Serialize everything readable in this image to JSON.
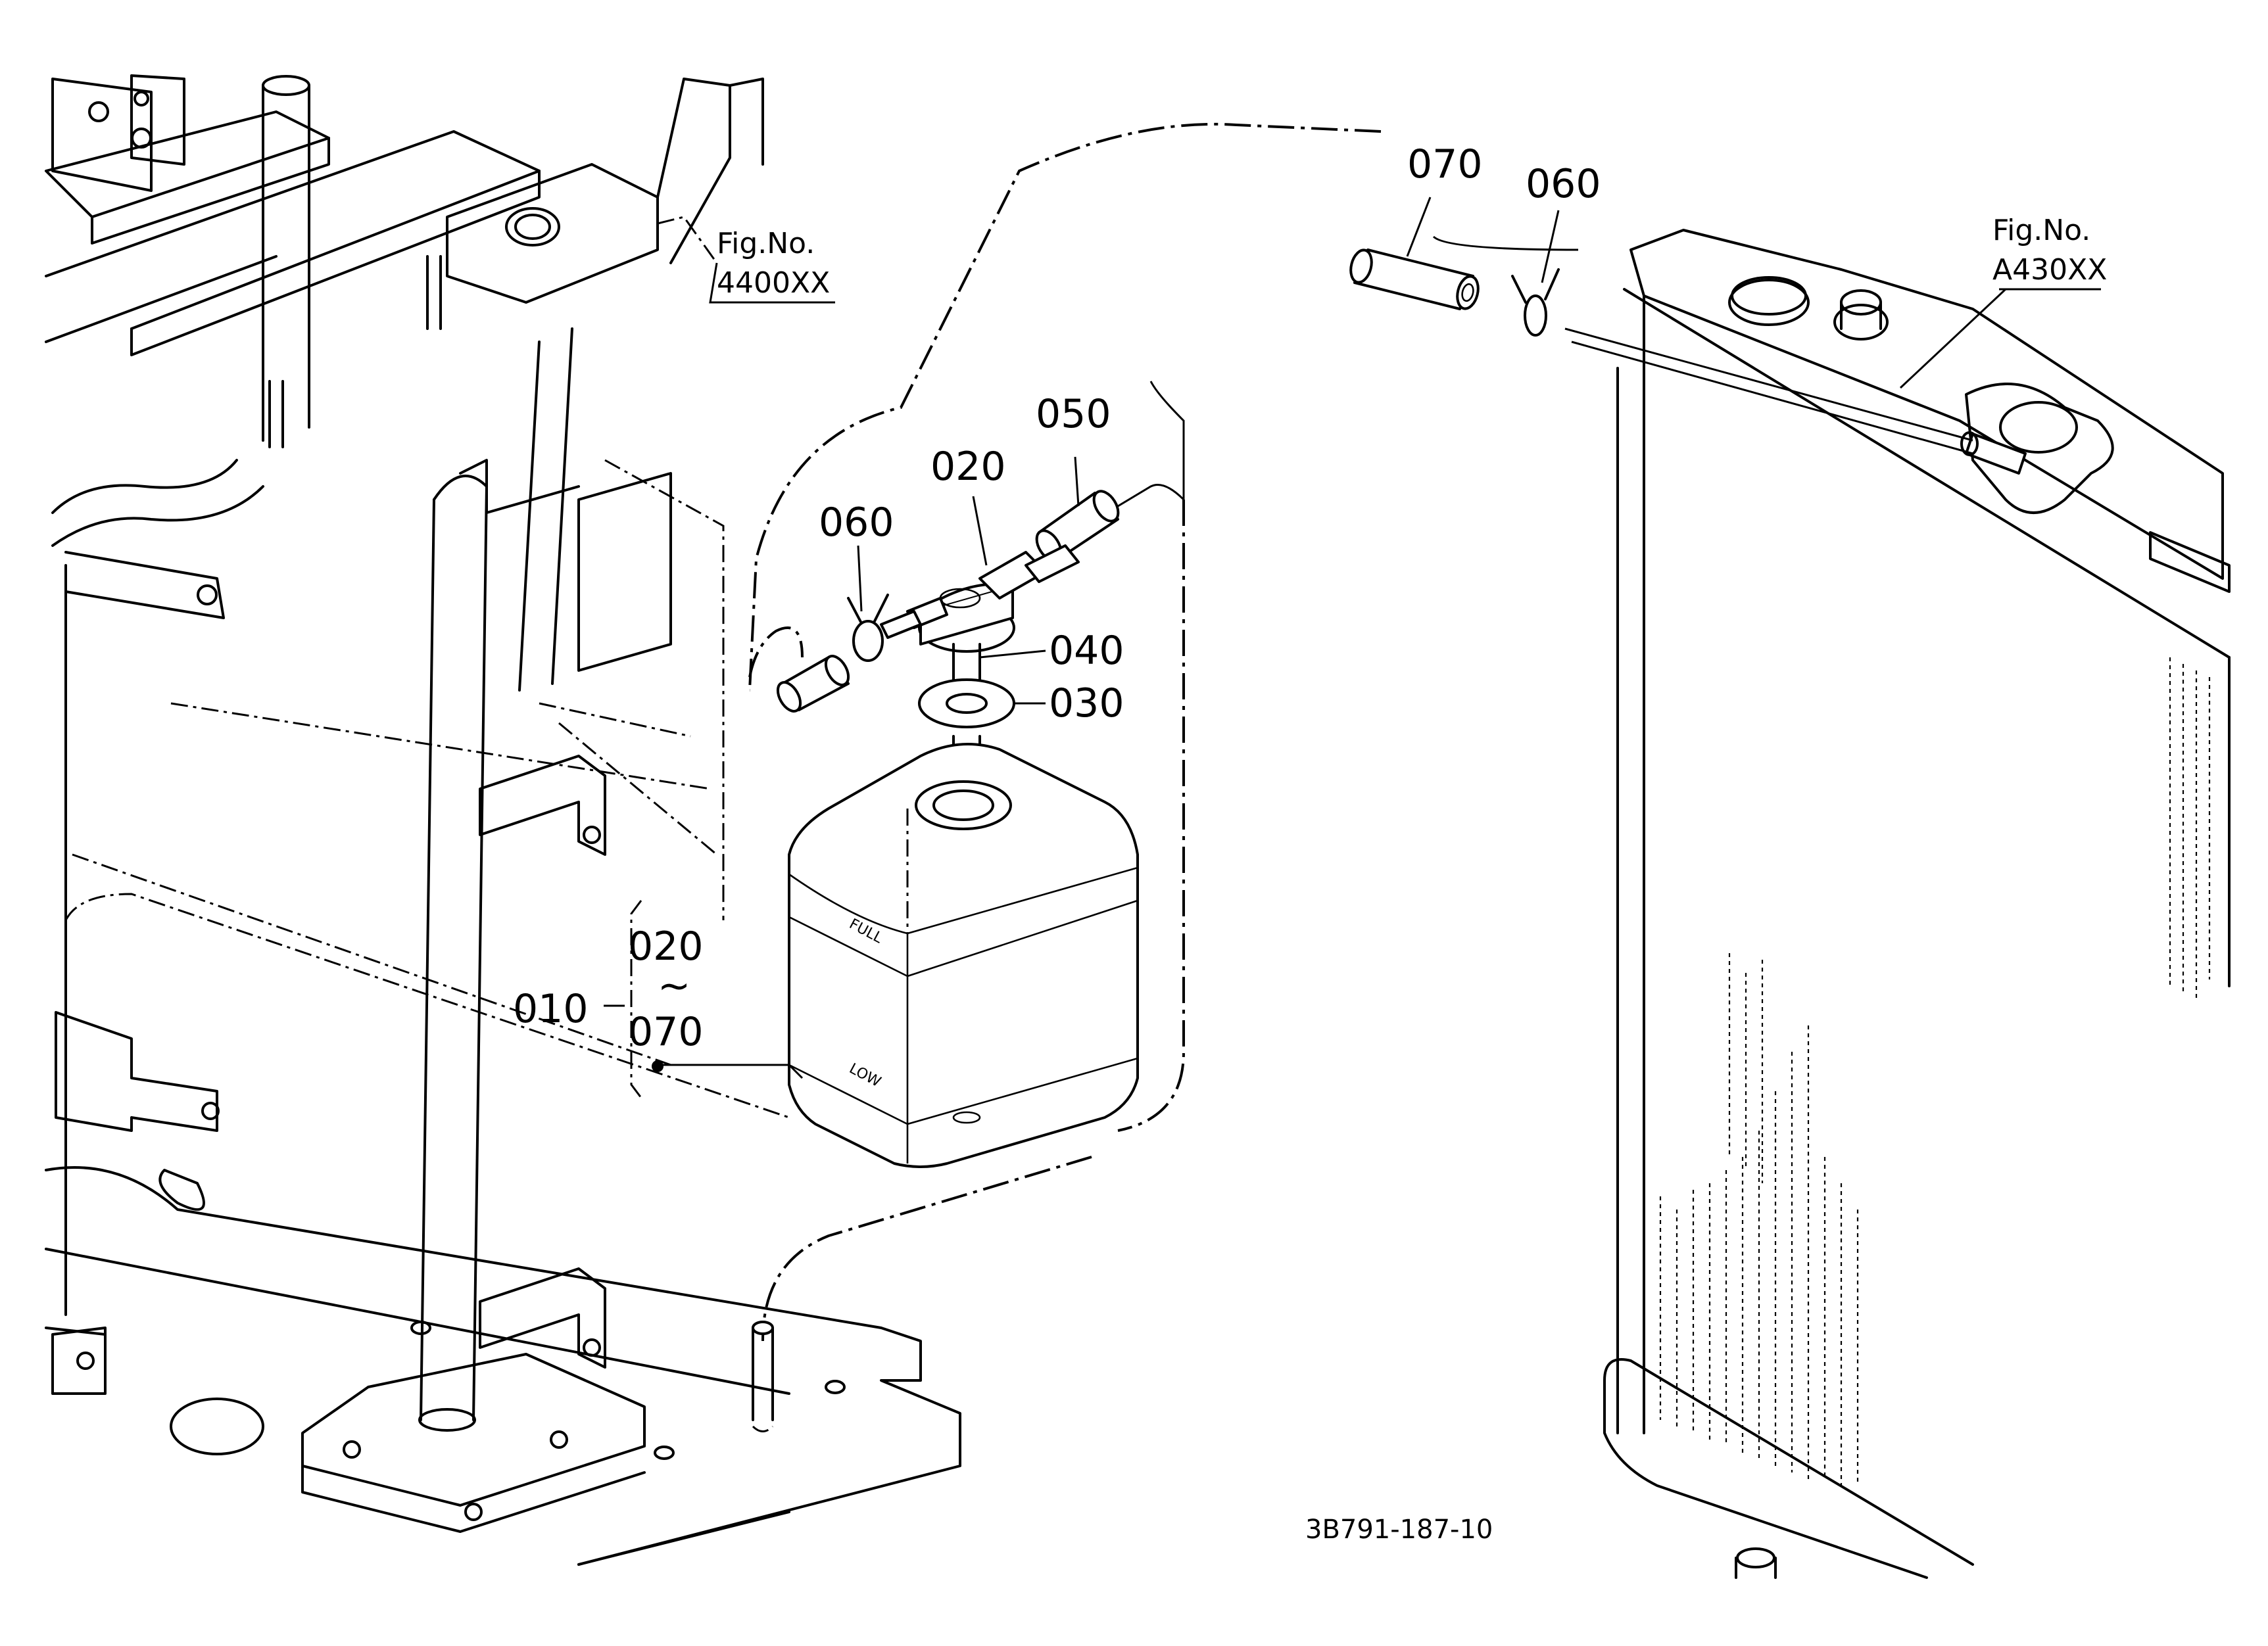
{
  "labels": {
    "hose_top": "070",
    "clip_top": "060",
    "hose_overflow": "050",
    "cap": "020",
    "clip_left": "060",
    "pipe": "040",
    "packing": "030",
    "tank_assembly": "010",
    "range_start": "020",
    "range_tilde": "~",
    "range_end": "070"
  },
  "references": {
    "frame": {
      "line1": "Fig.No.",
      "line2": "4400XX"
    },
    "radiator": {
      "line1": "Fig.No.",
      "line2": "A430XX"
    }
  },
  "tank_marks": {
    "full": "FULL",
    "low": "LOW"
  },
  "drawing_code": "3B791-187-10"
}
